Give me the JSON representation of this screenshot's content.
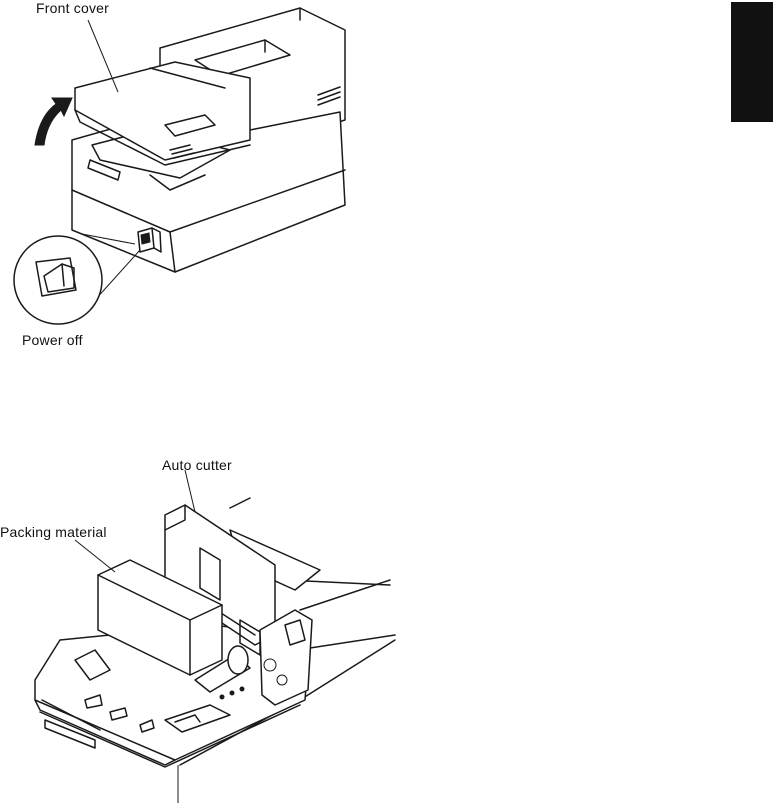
{
  "labels": {
    "front_cover": "Front cover",
    "power_off": "Power off",
    "auto_cutter": "Auto cutter",
    "packing_material": "Packing material"
  },
  "colors": {
    "line": "#1a1a1a",
    "background": "#ffffff",
    "section_tab": "#111111"
  },
  "icons": [
    "rotate-arrow-icon",
    "power-switch-icon"
  ]
}
